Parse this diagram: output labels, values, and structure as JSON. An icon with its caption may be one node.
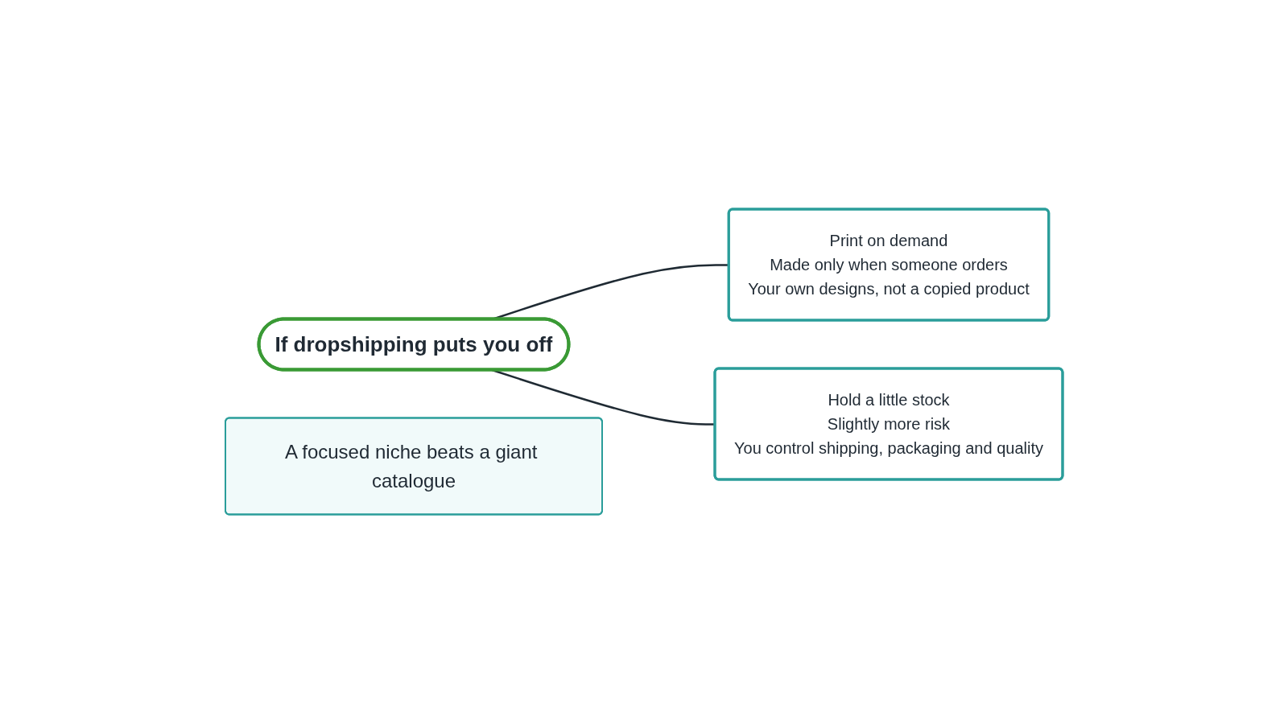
{
  "diagram": {
    "nodes": [
      {
        "text": [
          "If dropshipping puts you off"
        ]
      },
      {
        "text": [
          "Print on demand",
          "Made only when someone orders",
          "Your own designs, not a copied product"
        ]
      },
      {
        "text": [
          "Hold a little stock",
          "Slightly more risk",
          "You control shipping, packaging and quality"
        ]
      },
      {
        "text": [
          "A focused niche beats a giant catalogue"
        ]
      }
    ],
    "edges": [
      {
        "from": 0,
        "to": 1,
        "arrow": "none"
      },
      {
        "from": 0,
        "to": 2,
        "arrow": "none"
      }
    ]
  }
}
